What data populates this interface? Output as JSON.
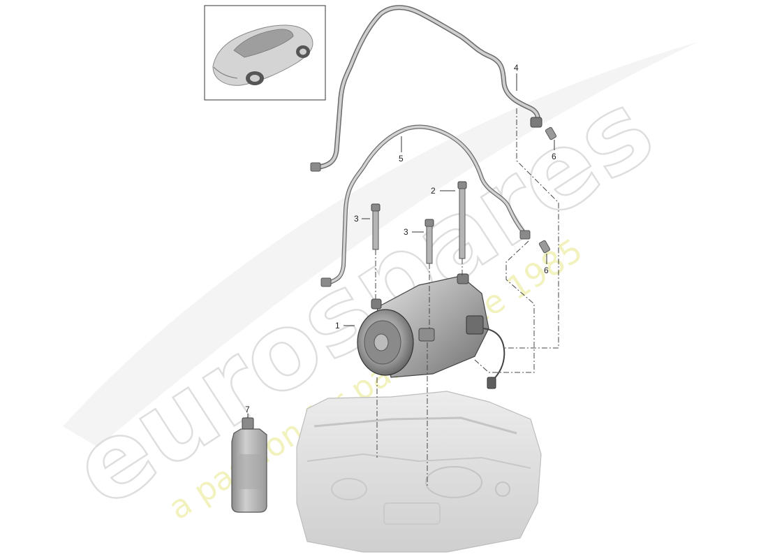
{
  "callouts": {
    "c1": "1",
    "c2": "2",
    "c3a": "3",
    "c3b": "3",
    "c4": "4",
    "c5": "5",
    "c6a": "6",
    "c6b": "6",
    "c7": "7"
  },
  "watermark": {
    "brand": "eurospares",
    "tagline": "a passion for parts since 1985"
  },
  "thumbnail": {
    "icon": "car-thumbnail-icon"
  },
  "parts": [
    {
      "id": "1",
      "icon": "ac-compressor-icon"
    },
    {
      "id": "2",
      "icon": "long-bolt-icon"
    },
    {
      "id": "3",
      "icon": "bolt-icon"
    },
    {
      "id": "4",
      "icon": "refrigerant-hose-icon"
    },
    {
      "id": "5",
      "icon": "refrigerant-line-icon"
    },
    {
      "id": "6",
      "icon": "seal-ring-icon"
    },
    {
      "id": "7",
      "icon": "oil-bottle-icon"
    }
  ],
  "colors": {
    "line_art": "#555555",
    "part_fill": "#bdbdbd",
    "engine_fill": "#e3e3e3",
    "watermark_gray": "#d9d9d9",
    "watermark_yellow": "#eeeeaa"
  }
}
